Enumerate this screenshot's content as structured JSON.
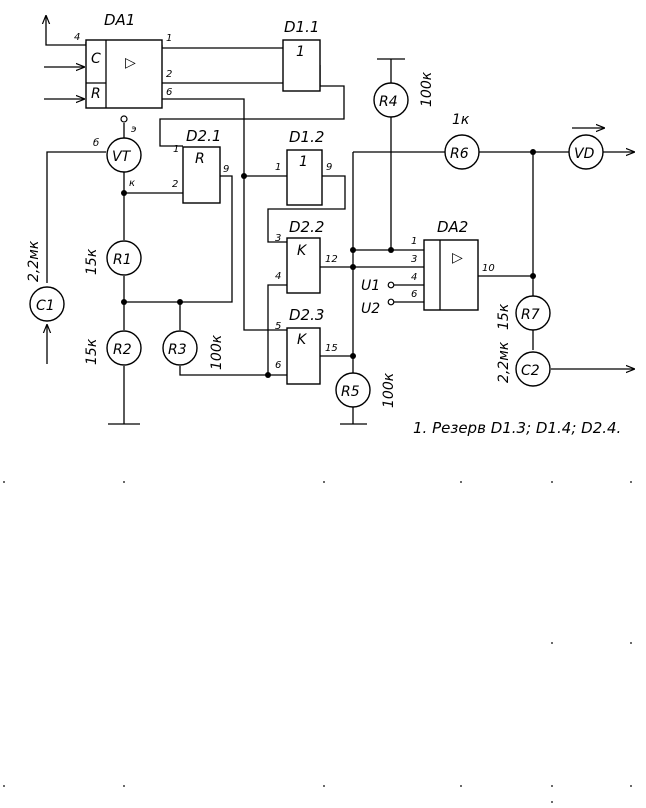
{
  "blocks": {
    "DA1": {
      "title": "DA1",
      "c": "C",
      "r": "R",
      "sym": "▷",
      "pins": [
        "4",
        "1",
        "2",
        "6"
      ]
    },
    "D1_1": {
      "title": "D1.1",
      "fn": "1"
    },
    "D2_1": {
      "title": "D2.1",
      "fn": "R",
      "pins": [
        "1",
        "2",
        "9"
      ]
    },
    "D1_2": {
      "title": "D1.2",
      "fn": "1",
      "pins": [
        "1",
        "9"
      ]
    },
    "D2_2": {
      "title": "D2.2",
      "fn": "K",
      "pins": [
        "3",
        "4",
        "12"
      ]
    },
    "D2_3": {
      "title": "D2.3",
      "fn": "K",
      "pins": [
        "5",
        "6",
        "15"
      ]
    },
    "DA2": {
      "title": "DA2",
      "sym": "▷",
      "pins": [
        "1",
        "3",
        "4",
        "6",
        "10"
      ]
    }
  },
  "components": {
    "VT": {
      "label": "VT",
      "base": "б",
      "emitter": "э",
      "collector": "к"
    },
    "R1": {
      "label": "R1",
      "value": "15к"
    },
    "R2": {
      "label": "R2",
      "value": "15к"
    },
    "R3": {
      "label": "R3",
      "value": "100к"
    },
    "R4": {
      "label": "R4",
      "value": "100к"
    },
    "R5": {
      "label": "R5",
      "value": "100к"
    },
    "R6": {
      "label": "R6",
      "value": "1к"
    },
    "R7": {
      "label": "R7",
      "value": "15к"
    },
    "C1": {
      "label": "C1",
      "value": "2,2мк"
    },
    "C2": {
      "label": "C2",
      "value": "2,2мк"
    },
    "VD": {
      "label": "VD"
    }
  },
  "inputs": {
    "u1": "U1",
    "u2": "U2"
  },
  "note": "1. Резерв D1.3; D1.4; D2.4."
}
